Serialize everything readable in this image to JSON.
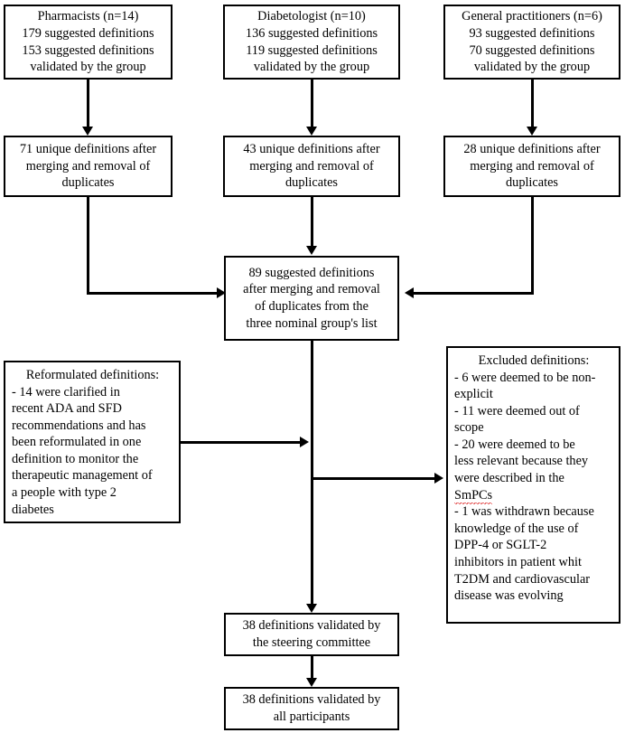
{
  "figure": {
    "type": "flowchart",
    "orientation": "top-to-bottom"
  },
  "nodes": {
    "pharmacists": {
      "lines": [
        "Pharmacists (n=14)",
        "179 suggested definitions",
        "153 suggested definitions",
        "validated by the group"
      ]
    },
    "diabetologist": {
      "lines": [
        "Diabetologist (n=10)",
        "136 suggested definitions",
        "119 suggested definitions",
        "validated by the group"
      ]
    },
    "general_practitioners": {
      "lines": [
        "General practitioners (n=6)",
        "93 suggested definitions",
        "70 suggested definitions",
        "validated by the group"
      ]
    },
    "unique_left": {
      "lines": [
        "71 unique definitions after",
        "merging and removal of",
        "duplicates"
      ]
    },
    "unique_middle": {
      "lines": [
        "43 unique definitions after",
        "merging and removal of",
        "duplicates"
      ]
    },
    "unique_right": {
      "lines": [
        "28 unique definitions after",
        "merging and removal of",
        "duplicates"
      ]
    },
    "merged_89": {
      "lines": [
        "89 suggested definitions",
        "after merging and removal",
        "of duplicates from the",
        "three nominal group's list"
      ]
    },
    "reformulated": {
      "lines": [
        "Reformulated definitions:",
        "- 14 were clarified in",
        "recent ADA and SFD",
        "recommendations and has",
        "been reformulated in one",
        "definition to monitor the",
        "therapeutic management of",
        "a people with type 2",
        "diabetes"
      ]
    },
    "excluded": {
      "title": "Excluded definitions:",
      "lines": [
        "- 6 were deemed to be non-",
        "explicit",
        "- 11 were deemed out of",
        "scope",
        "- 20 were deemed to be",
        "less relevant because they",
        "were described in the"
      ],
      "misspelled_word": "SmPCs",
      "lines_after": [
        "- 1 was withdrawn because",
        "knowledge of the use of",
        "DPP-4 or SGLT-2",
        "inhibitors in patient whit",
        "T2DM and cardiovascular",
        "disease was evolving"
      ]
    },
    "steering_committee": {
      "lines": [
        "38 definitions validated by",
        "the steering committee"
      ]
    },
    "all_participants": {
      "lines": [
        "38 definitions validated by",
        "all participants"
      ]
    }
  },
  "colors": {
    "line": "#000000",
    "box_border": "#000000",
    "background": "#ffffff",
    "spellcheck_underline": "#e03b3b"
  }
}
